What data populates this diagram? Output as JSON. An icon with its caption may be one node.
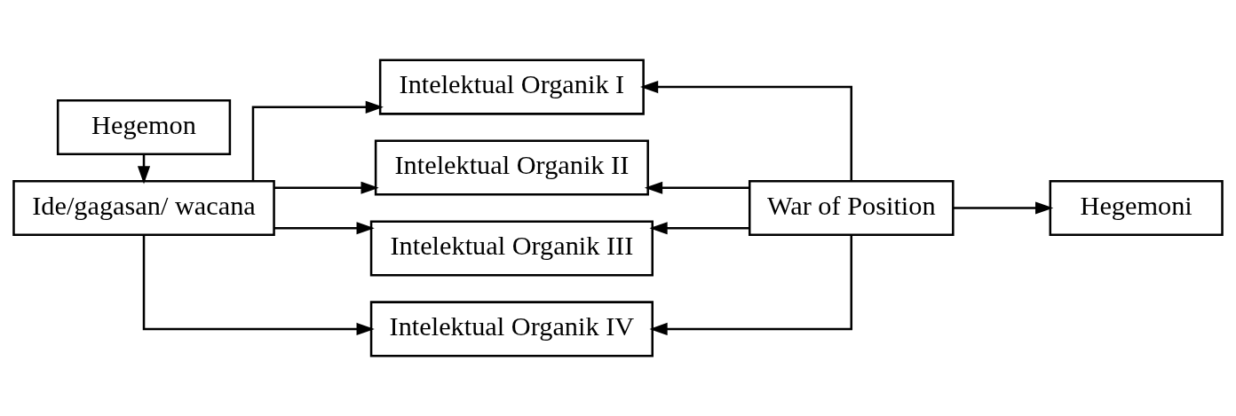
{
  "diagram": {
    "nodes": [
      {
        "text": [
          "Hegemon"
        ]
      },
      {
        "text": [
          "Ide/gagasan/ wacana"
        ]
      },
      {
        "text": [
          "Intelektual Organik I"
        ]
      },
      {
        "text": [
          "Intelektual Organik II"
        ]
      },
      {
        "text": [
          "Intelektual Organik III"
        ]
      },
      {
        "text": [
          "Intelektual Organik IV"
        ]
      },
      {
        "text": [
          "War of Position"
        ]
      },
      {
        "text": [
          "Hegemoni"
        ]
      }
    ],
    "edges": [
      {
        "from": 0,
        "to": 1,
        "arrow": "to"
      },
      {
        "from": 1,
        "to": 2,
        "arrow": "to"
      },
      {
        "from": 1,
        "to": 3,
        "arrow": "to"
      },
      {
        "from": 1,
        "to": 4,
        "arrow": "to"
      },
      {
        "from": 1,
        "to": 5,
        "arrow": "to"
      },
      {
        "from": 6,
        "to": 2,
        "arrow": "to"
      },
      {
        "from": 6,
        "to": 3,
        "arrow": "to"
      },
      {
        "from": 6,
        "to": 4,
        "arrow": "to"
      },
      {
        "from": 6,
        "to": 5,
        "arrow": "to"
      },
      {
        "from": 6,
        "to": 7,
        "arrow": "to"
      }
    ]
  }
}
